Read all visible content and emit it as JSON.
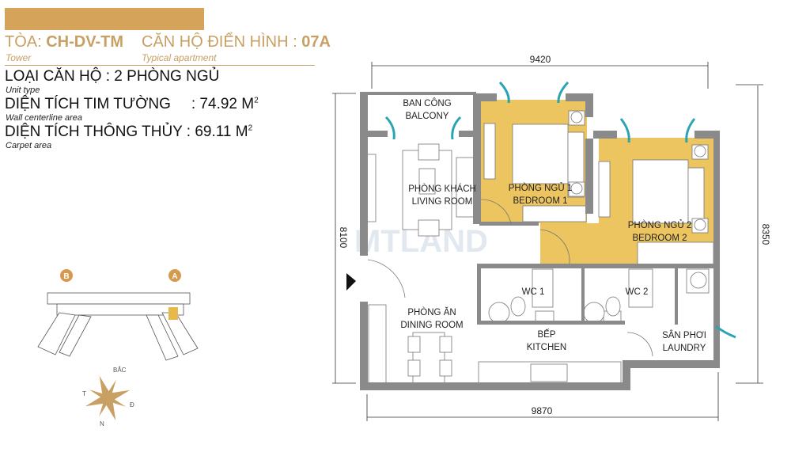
{
  "header": {
    "tower_label": "TÒA:",
    "tower_value": "CH-DV-TM",
    "tower_sub": "Tower",
    "apartment_label": "CĂN HỘ ĐIỂN HÌNH :",
    "apartment_value": "07A",
    "apartment_sub": "Typical apartment"
  },
  "info": [
    {
      "label": "LOẠI CĂN HỘ : 2 PHÒNG NGỦ",
      "sub": "Unit type"
    },
    {
      "label": "DIỆN TÍCH TIM TƯỜNG",
      "value": ": 74.92 M",
      "sup": "2",
      "sub": "Wall centerline area"
    },
    {
      "label": "DIỆN TÍCH THÔNG THỦY",
      "value": ": 69.11 M",
      "sup": "2",
      "sub": "Carpet area"
    }
  ],
  "dimensions": {
    "top": "9420",
    "bottom": "9870",
    "left": "8100",
    "right": "8350"
  },
  "rooms": {
    "balcony": [
      "BAN CÔNG",
      "BALCONY"
    ],
    "living": [
      "PHÒNG KHÁCH",
      "LIVING ROOM"
    ],
    "bedroom1": [
      "PHÒNG NGỦ 1",
      "BEDROOM 1"
    ],
    "bedroom2": [
      "PHÒNG NGỦ 2",
      "BEDROOM 2"
    ],
    "wc1": "WC 1",
    "wc2": "WC 2",
    "dining": [
      "PHÒNG ĂN",
      "DINING ROOM"
    ],
    "kitchen": [
      "BẾP",
      "KITCHEN"
    ],
    "laundry": [
      "SÂN PHƠI",
      "LAUNDRY"
    ]
  },
  "keyplan": {
    "wing_b": "B",
    "wing_a": "A"
  },
  "compass": {
    "north": "BẮC",
    "east": "Đ",
    "west": "T",
    "south": "N"
  },
  "watermark": "MTLAND",
  "colors": {
    "gold": "#c9a063",
    "bar": "#d6a35b",
    "bedroom_fill": "#ecc460",
    "wall": "#8a8a8a",
    "airflow": "#2aa3b3"
  }
}
